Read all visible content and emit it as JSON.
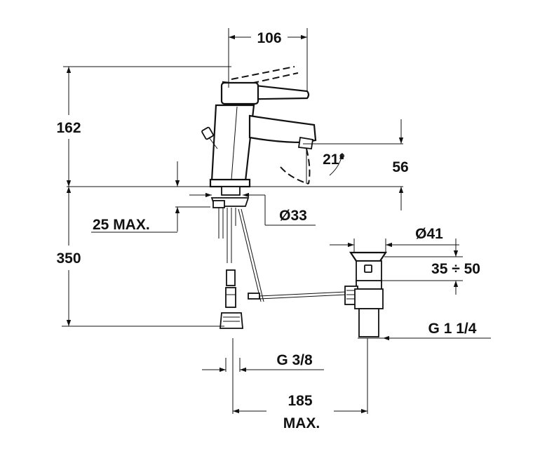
{
  "dimensions": {
    "spout_reach": "106",
    "total_height": "162",
    "spout_height": "56",
    "spout_angle": "21°",
    "deck_thickness": "25 MAX.",
    "hole_diameter": "Ø33",
    "tail_length": "350",
    "waste_diameter": "Ø41",
    "waste_range": "35 ÷ 50",
    "waste_thread": "G 1 1/4",
    "supply_thread": "G 3/8",
    "waste_distance_value": "185",
    "waste_distance_note": "MAX."
  }
}
